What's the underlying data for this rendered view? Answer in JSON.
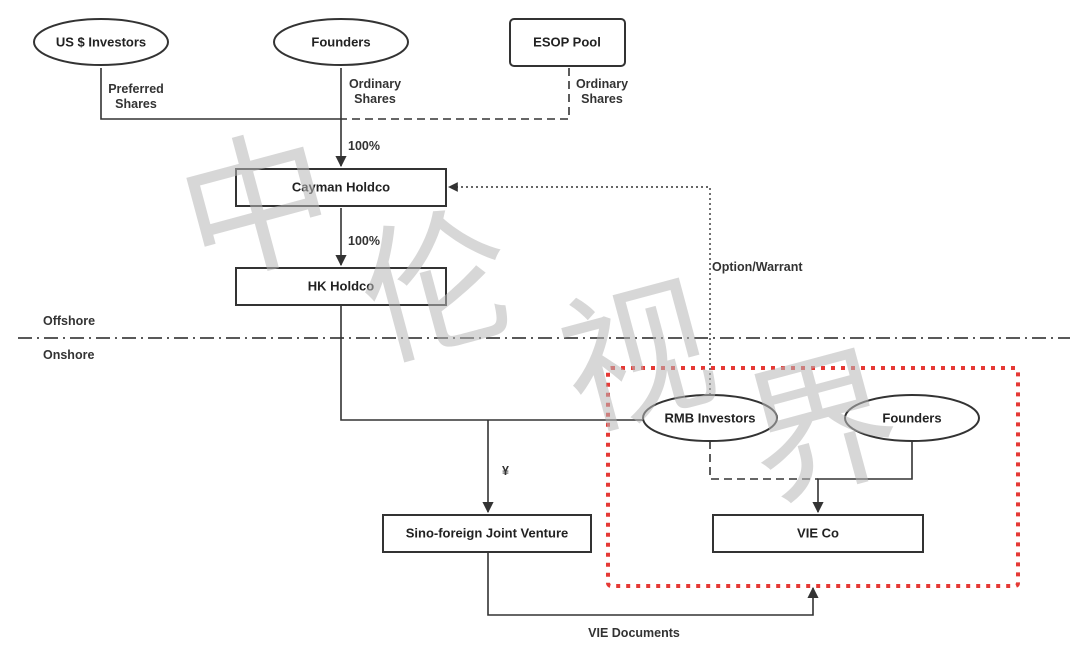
{
  "nodes": {
    "us_investors": "US $ Investors",
    "founders_top": "Founders",
    "esop_pool": "ESOP Pool",
    "cayman_holdco": "Cayman Holdco",
    "hk_holdco": "HK Holdco",
    "rmb_investors": "RMB Investors",
    "founders_onshore": "Founders",
    "jv": "Sino-foreign Joint Venture",
    "vie_co": "VIE Co"
  },
  "edge_labels": {
    "preferred_1": "Preferred",
    "preferred_2": "Shares",
    "ordinary_founders_1": "Ordinary",
    "ordinary_founders_2": "Shares",
    "ordinary_esop_1": "Ordinary",
    "ordinary_esop_2": "Shares",
    "pct_cayman": "100%",
    "pct_hk": "100%",
    "option_warrant": "Option/Warrant",
    "yuan": "¥",
    "vie_documents": "VIE Documents"
  },
  "zones": {
    "offshore": "Offshore",
    "onshore": "Onshore"
  },
  "watermark": [
    "中",
    "伦",
    "视",
    "界"
  ],
  "colors": {
    "highlight_border": "#e53935",
    "line": "#333333"
  }
}
